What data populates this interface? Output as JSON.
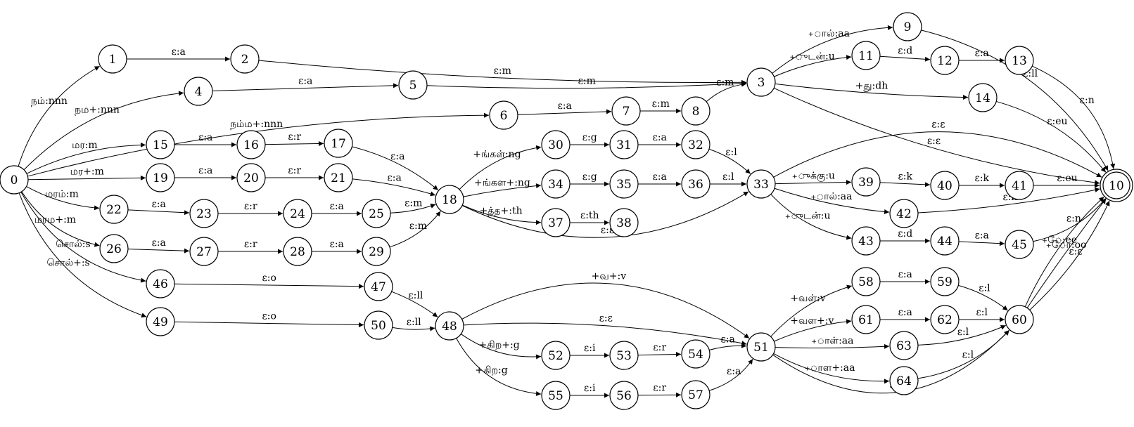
{
  "diagram": {
    "start_state": "0",
    "final_states": [
      "10"
    ],
    "states": [
      "0",
      "1",
      "2",
      "3",
      "4",
      "5",
      "6",
      "7",
      "8",
      "9",
      "10",
      "11",
      "12",
      "13",
      "14",
      "15",
      "16",
      "17",
      "18",
      "19",
      "20",
      "21",
      "22",
      "23",
      "24",
      "25",
      "26",
      "27",
      "28",
      "29",
      "30",
      "31",
      "32",
      "33",
      "34",
      "35",
      "36",
      "37",
      "38",
      "39",
      "40",
      "41",
      "42",
      "43",
      "44",
      "45",
      "46",
      "47",
      "48",
      "49",
      "50",
      "51",
      "52",
      "53",
      "54",
      "55",
      "56",
      "57",
      "58",
      "59",
      "60",
      "61",
      "62",
      "63",
      "64"
    ],
    "transitions": [
      {
        "from": "0",
        "to": "1",
        "label": "நம்:nnn"
      },
      {
        "from": "0",
        "to": "4",
        "label": "நம+:nnn"
      },
      {
        "from": "0",
        "to": "6",
        "label": "நம்ம+:nnn"
      },
      {
        "from": "0",
        "to": "15",
        "label": "மர:m"
      },
      {
        "from": "0",
        "to": "19",
        "label": "மர+:m"
      },
      {
        "from": "0",
        "to": "22",
        "label": "மரம்:m"
      },
      {
        "from": "0",
        "to": "26",
        "label": "மரம+:m"
      },
      {
        "from": "0",
        "to": "46",
        "label": "சொல்:s"
      },
      {
        "from": "0",
        "to": "49",
        "label": "சொல்+:s"
      },
      {
        "from": "1",
        "to": "2",
        "label": "ε:a"
      },
      {
        "from": "2",
        "to": "3",
        "label": "ε:m"
      },
      {
        "from": "4",
        "to": "5",
        "label": "ε:a"
      },
      {
        "from": "5",
        "to": "3",
        "label": "ε:m"
      },
      {
        "from": "6",
        "to": "7",
        "label": "ε:a"
      },
      {
        "from": "7",
        "to": "8",
        "label": "ε:m"
      },
      {
        "from": "8",
        "to": "3",
        "label": "ε:m"
      },
      {
        "from": "3",
        "to": "9",
        "label": "+ால்:aa"
      },
      {
        "from": "3",
        "to": "11",
        "label": "+ுடன்:u"
      },
      {
        "from": "3",
        "to": "14",
        "label": "+து:dh"
      },
      {
        "from": "3",
        "to": "10",
        "label": "ε:ε"
      },
      {
        "from": "9",
        "to": "10",
        "label": "ε:ll"
      },
      {
        "from": "11",
        "to": "12",
        "label": "ε:d"
      },
      {
        "from": "12",
        "to": "13",
        "label": "ε:a"
      },
      {
        "from": "13",
        "to": "10",
        "label": "ε:n"
      },
      {
        "from": "14",
        "to": "10",
        "label": "ε:eu"
      },
      {
        "from": "15",
        "to": "16",
        "label": "ε:a"
      },
      {
        "from": "16",
        "to": "17",
        "label": "ε:r"
      },
      {
        "from": "17",
        "to": "18",
        "label": "ε:a"
      },
      {
        "from": "19",
        "to": "20",
        "label": "ε:a"
      },
      {
        "from": "20",
        "to": "21",
        "label": "ε:r"
      },
      {
        "from": "21",
        "to": "18",
        "label": "ε:a"
      },
      {
        "from": "22",
        "to": "23",
        "label": "ε:a"
      },
      {
        "from": "23",
        "to": "24",
        "label": "ε:r"
      },
      {
        "from": "24",
        "to": "25",
        "label": "ε:a"
      },
      {
        "from": "25",
        "to": "18",
        "label": "ε:m"
      },
      {
        "from": "26",
        "to": "27",
        "label": "ε:a"
      },
      {
        "from": "27",
        "to": "28",
        "label": "ε:r"
      },
      {
        "from": "28",
        "to": "29",
        "label": "ε:a"
      },
      {
        "from": "29",
        "to": "18",
        "label": "ε:m"
      },
      {
        "from": "18",
        "to": "30",
        "label": "+ங்கள்:ng"
      },
      {
        "from": "18",
        "to": "34",
        "label": "+ங்கள+:ng"
      },
      {
        "from": "18",
        "to": "37",
        "label": "+த்த+:th"
      },
      {
        "from": "18",
        "to": "33",
        "label": "ε:ε"
      },
      {
        "from": "30",
        "to": "31",
        "label": "ε:g"
      },
      {
        "from": "31",
        "to": "32",
        "label": "ε:a"
      },
      {
        "from": "32",
        "to": "33",
        "label": "ε:l"
      },
      {
        "from": "34",
        "to": "35",
        "label": "ε:g"
      },
      {
        "from": "35",
        "to": "36",
        "label": "ε:a"
      },
      {
        "from": "36",
        "to": "33",
        "label": "ε:l"
      },
      {
        "from": "37",
        "to": "38",
        "label": "ε:th"
      },
      {
        "from": "33",
        "to": "10",
        "label": "ε:ε"
      },
      {
        "from": "33",
        "to": "39",
        "label": "+ுக்கு:u"
      },
      {
        "from": "33",
        "to": "42",
        "label": "+ால்:aa"
      },
      {
        "from": "33",
        "to": "43",
        "label": "+ுடன்:u"
      },
      {
        "from": "39",
        "to": "40",
        "label": "ε:k"
      },
      {
        "from": "40",
        "to": "41",
        "label": "ε:k"
      },
      {
        "from": "41",
        "to": "10",
        "label": "ε:eu"
      },
      {
        "from": "42",
        "to": "10",
        "label": "ε:ll"
      },
      {
        "from": "43",
        "to": "44",
        "label": "ε:d"
      },
      {
        "from": "44",
        "to": "45",
        "label": "ε:a"
      },
      {
        "from": "45",
        "to": "10",
        "label": "ε:n"
      },
      {
        "from": "46",
        "to": "47",
        "label": "ε:o"
      },
      {
        "from": "47",
        "to": "48",
        "label": "ε:ll"
      },
      {
        "from": "49",
        "to": "50",
        "label": "ε:o"
      },
      {
        "from": "50",
        "to": "48",
        "label": "ε:ll"
      },
      {
        "from": "48",
        "to": "51",
        "label": "+வ+:v"
      },
      {
        "from": "48",
        "to": "51",
        "label": "ε:ε"
      },
      {
        "from": "48",
        "to": "52",
        "label": "+கிற+:g"
      },
      {
        "from": "48",
        "to": "55",
        "label": "+கிற:g"
      },
      {
        "from": "52",
        "to": "53",
        "label": "ε:i"
      },
      {
        "from": "53",
        "to": "54",
        "label": "ε:r"
      },
      {
        "from": "54",
        "to": "51",
        "label": "ε:a"
      },
      {
        "from": "55",
        "to": "56",
        "label": "ε:i"
      },
      {
        "from": "56",
        "to": "57",
        "label": "ε:r"
      },
      {
        "from": "57",
        "to": "51",
        "label": "ε:a"
      },
      {
        "from": "51",
        "to": "58",
        "label": "+வள்:v"
      },
      {
        "from": "51",
        "to": "61",
        "label": "+வள+:v"
      },
      {
        "from": "51",
        "to": "63",
        "label": "+ாள்:aa"
      },
      {
        "from": "51",
        "to": "64",
        "label": "+ாள+:aa"
      },
      {
        "from": "51",
        "to": "60",
        "label": "ε:ε"
      },
      {
        "from": "58",
        "to": "59",
        "label": "ε:a"
      },
      {
        "from": "59",
        "to": "60",
        "label": "ε:l"
      },
      {
        "from": "61",
        "to": "62",
        "label": "ε:a"
      },
      {
        "from": "62",
        "to": "60",
        "label": "ε:l"
      },
      {
        "from": "63",
        "to": "60",
        "label": "ε:l"
      },
      {
        "from": "64",
        "to": "60",
        "label": "ε:l"
      },
      {
        "from": "60",
        "to": "10",
        "label": "+ே:ee"
      },
      {
        "from": "60",
        "to": "10",
        "label": "+ோ:oo"
      },
      {
        "from": "60",
        "to": "10",
        "label": "ε:ε"
      }
    ]
  }
}
